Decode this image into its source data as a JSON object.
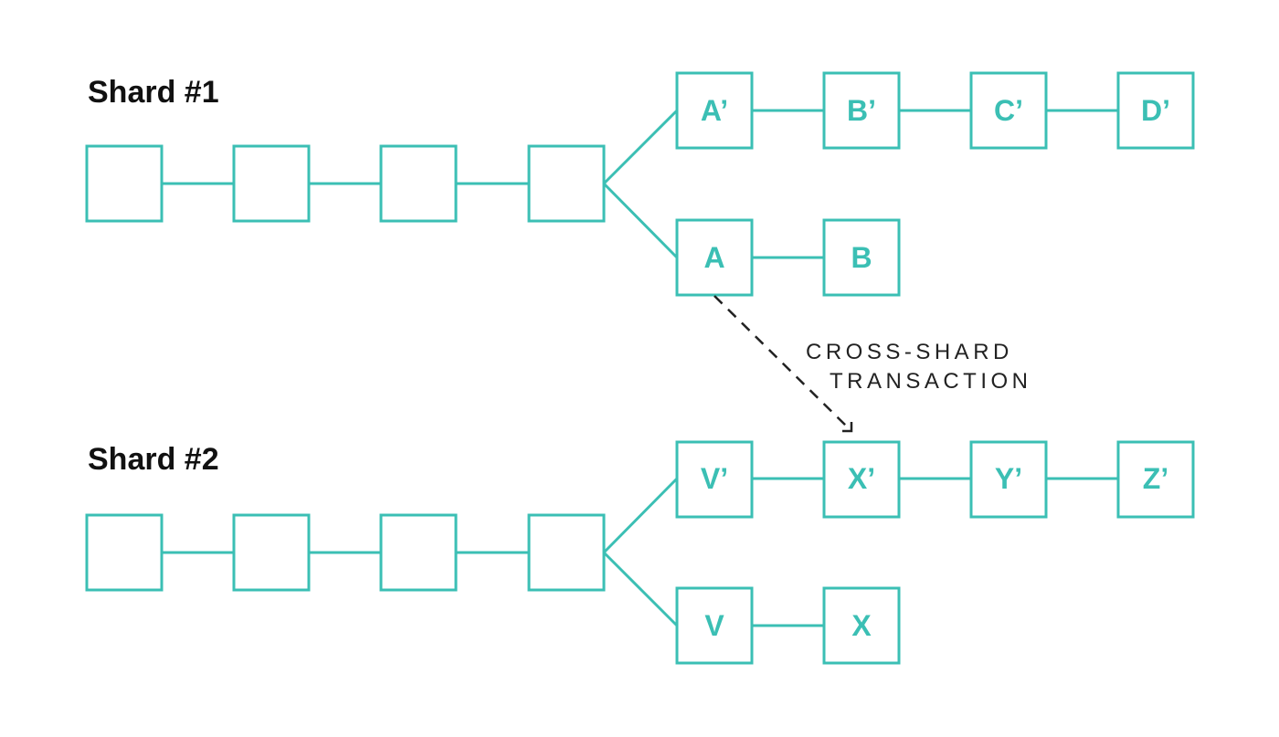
{
  "colors": {
    "accent": "#3bbfb4",
    "text": "#111111",
    "arrow": "#222222",
    "background": "#ffffff"
  },
  "shards": [
    {
      "title": "Shard #1",
      "base_blocks": [
        "",
        "",
        "",
        ""
      ],
      "upper_branch": [
        "A’",
        "B’",
        "C’",
        "D’"
      ],
      "lower_branch": [
        "A",
        "B"
      ]
    },
    {
      "title": "Shard #2",
      "base_blocks": [
        "",
        "",
        "",
        ""
      ],
      "upper_branch": [
        "V’",
        "X’",
        "Y’",
        "Z’"
      ],
      "lower_branch": [
        "V",
        "X"
      ]
    }
  ],
  "cross_shard": {
    "label_line1": "CROSS-SHARD",
    "label_line2": "TRANSACTION",
    "from": "Shard #1 / A",
    "to": "Shard #2 / X’"
  }
}
